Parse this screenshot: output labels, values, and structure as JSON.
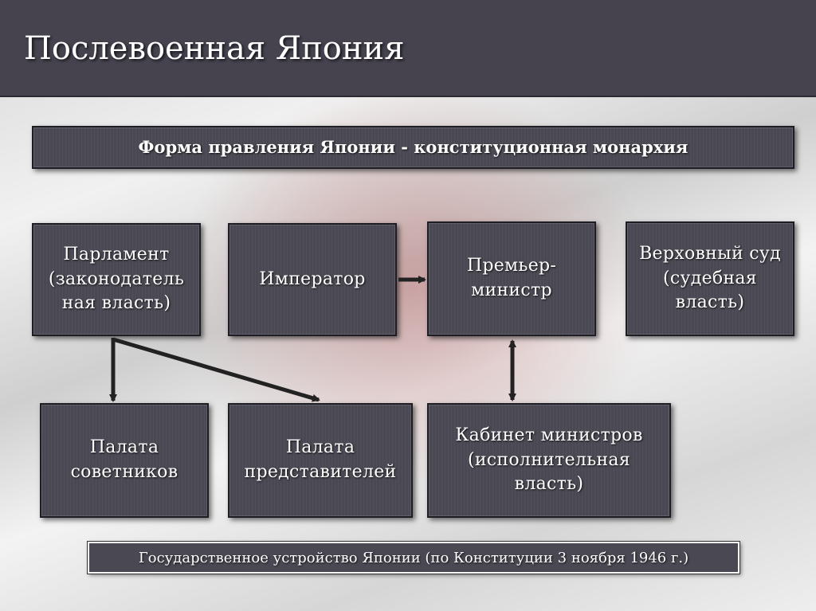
{
  "slide": {
    "title": "Послевоенная Япония",
    "header": "Форма правления Японии - конституционная монархия",
    "caption": "Государственное устройство Японии (по Конституции 3 ноября 1946 г.)"
  },
  "nodes": {
    "parliament": "Парламент\n(законодатель\nная власть)",
    "emperor": "Император",
    "prime_minister": "Премьер-\nминистр",
    "supreme_court": "Верховный суд\n(судебная\nвласть)",
    "house_councillors": "Палата\nсоветников",
    "house_representatives": "Палата\nпредставителей",
    "cabinet": "Кабинет министров\n(исполнительная\nвласть)"
  },
  "colors": {
    "title_bar": "#46434f",
    "box": "#4a4852",
    "arrow": "#222222"
  }
}
